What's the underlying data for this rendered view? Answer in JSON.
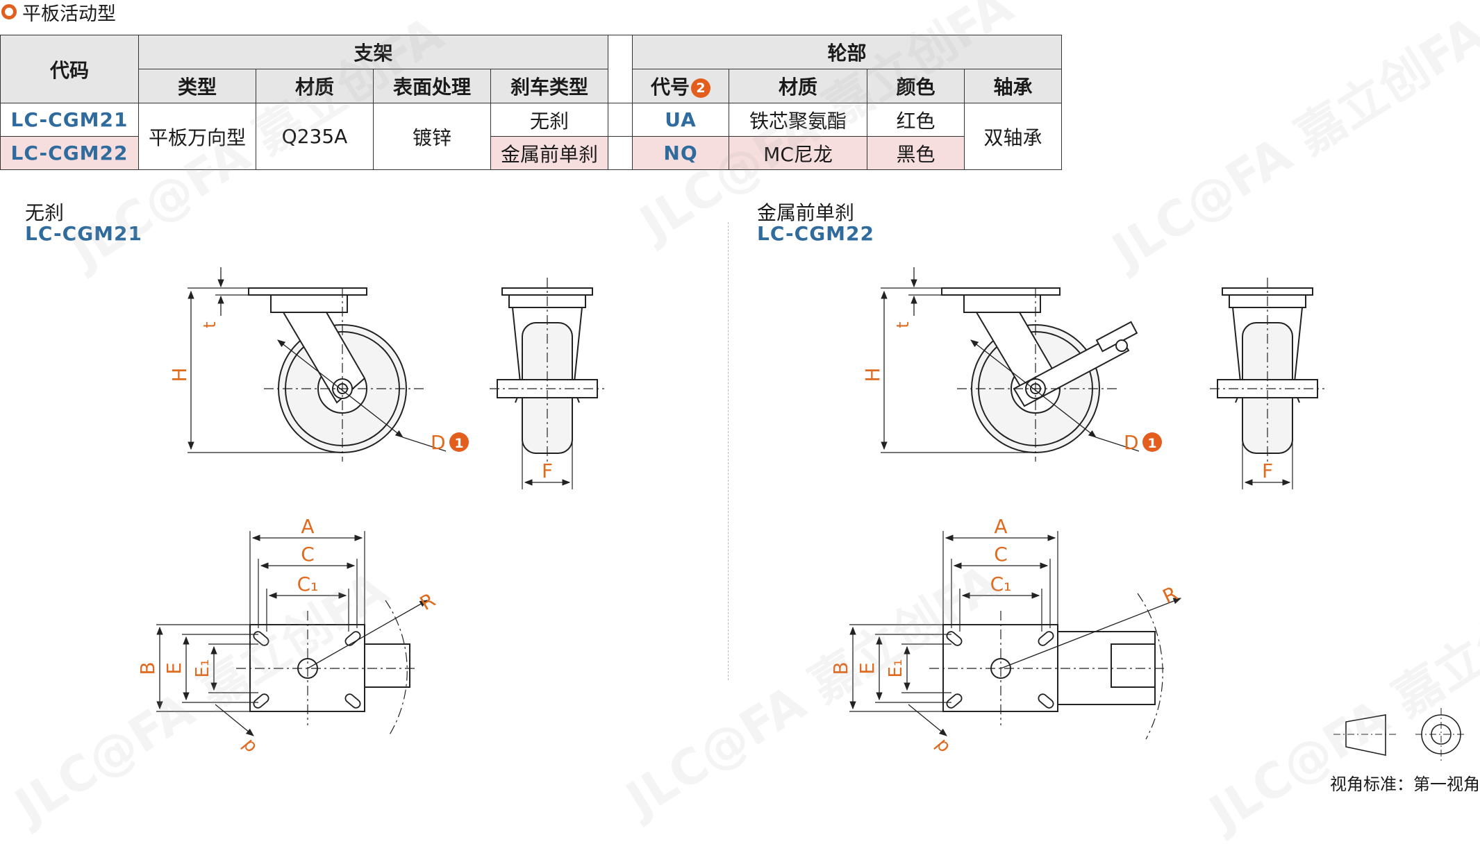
{
  "page": {
    "title": "平板活动型",
    "projection_label": "视角标准：第一视角"
  },
  "table": {
    "col_code": "代码",
    "group_bracket": "支架",
    "group_wheel": "轮部",
    "bracket_cols": [
      "类型",
      "材质",
      "表面处理",
      "刹车类型"
    ],
    "wheel_cols": {
      "code": "代号",
      "material": "材质",
      "color": "颜色",
      "bearing": "轴承"
    },
    "wheel_code_badge": "2",
    "bracket_type": "平板万向型",
    "bracket_material": "Q235A",
    "surface": "镀锌",
    "bearing": "双轴承",
    "rows": [
      {
        "code": "LC-CGM21",
        "brake": "无刹",
        "wheel_code": "UA",
        "wheel_material": "铁芯聚氨酯",
        "color": "红色"
      },
      {
        "code": "LC-CGM22",
        "brake": "金属前单刹",
        "wheel_code": "NQ",
        "wheel_material": "MC尼龙",
        "color": "黑色"
      }
    ]
  },
  "left": {
    "caption": "无刹",
    "code": "LC-CGM21"
  },
  "right": {
    "caption": "金属前单刹",
    "code": "LC-CGM22"
  },
  "dims": {
    "t": "t",
    "H": "H",
    "D": "D",
    "D_badge": "1",
    "F": "F",
    "A": "A",
    "C": "C",
    "C1": "C₁",
    "R": "R",
    "B": "B",
    "E": "E",
    "E1": "E₁",
    "d": "d"
  },
  "watermark": "JLC@FA 嘉立创FA"
}
